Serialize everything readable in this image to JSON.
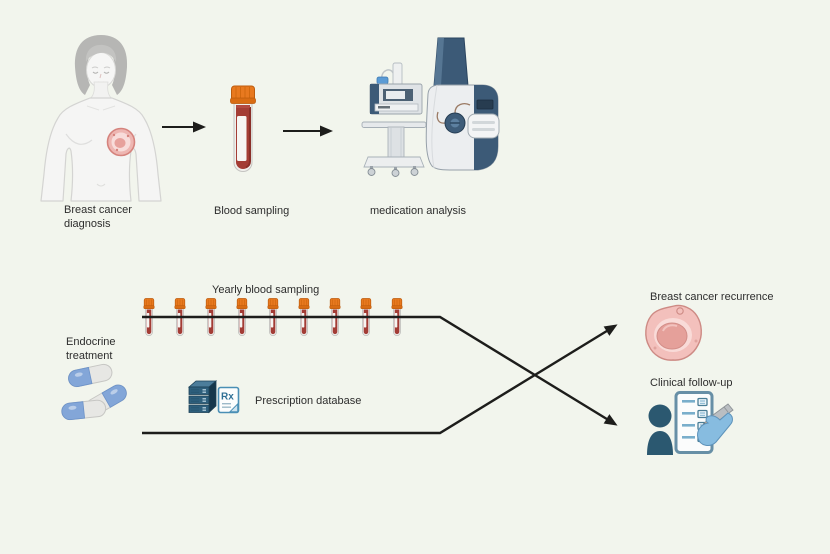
{
  "diagram": {
    "description": "Breast cancer endocrine treatment study workflow",
    "colors": {
      "background": "#f2f5ed",
      "line": "#1d1d1b",
      "text": "#2d2d2d",
      "tube_cap_orange": "#e8791f",
      "blood_red": "#a33c35",
      "machine_navy": "#3c5a77",
      "server_blue": "#2e5f7c",
      "cell_pink": "#f3c0bc",
      "pill_blue": "#83a6d8",
      "person_teal": "#2b5870",
      "hand_blue": "#87bce0"
    },
    "top_row": {
      "diagnosis": {
        "label": "Breast cancer diagnosis",
        "icon": "woman-torso-tumor-icon"
      },
      "blood_sampling": {
        "label": "Blood sampling",
        "icon": "blood-tube-icon"
      },
      "medication_analysis": {
        "label": "medication analysis",
        "icon": "mass-spectrometer-icon"
      }
    },
    "bottom_row": {
      "endocrine_treatment": {
        "label": "Endocrine treatment",
        "icon": "capsule-pills-icon"
      },
      "yearly_blood_sampling": {
        "label": "Yearly blood sampling",
        "icon": "small-blood-tube-icon",
        "tube_count": 9
      },
      "prescription_database": {
        "label": "Prescription database",
        "icon": "server-database-icon",
        "rx_symbol": "Rx"
      },
      "recurrence": {
        "label": "Breast cancer recurrence",
        "icon": "tumor-cell-icon"
      },
      "clinical_followup": {
        "label": "Clinical follow-up",
        "icon": "patient-checklist-icon"
      }
    }
  }
}
